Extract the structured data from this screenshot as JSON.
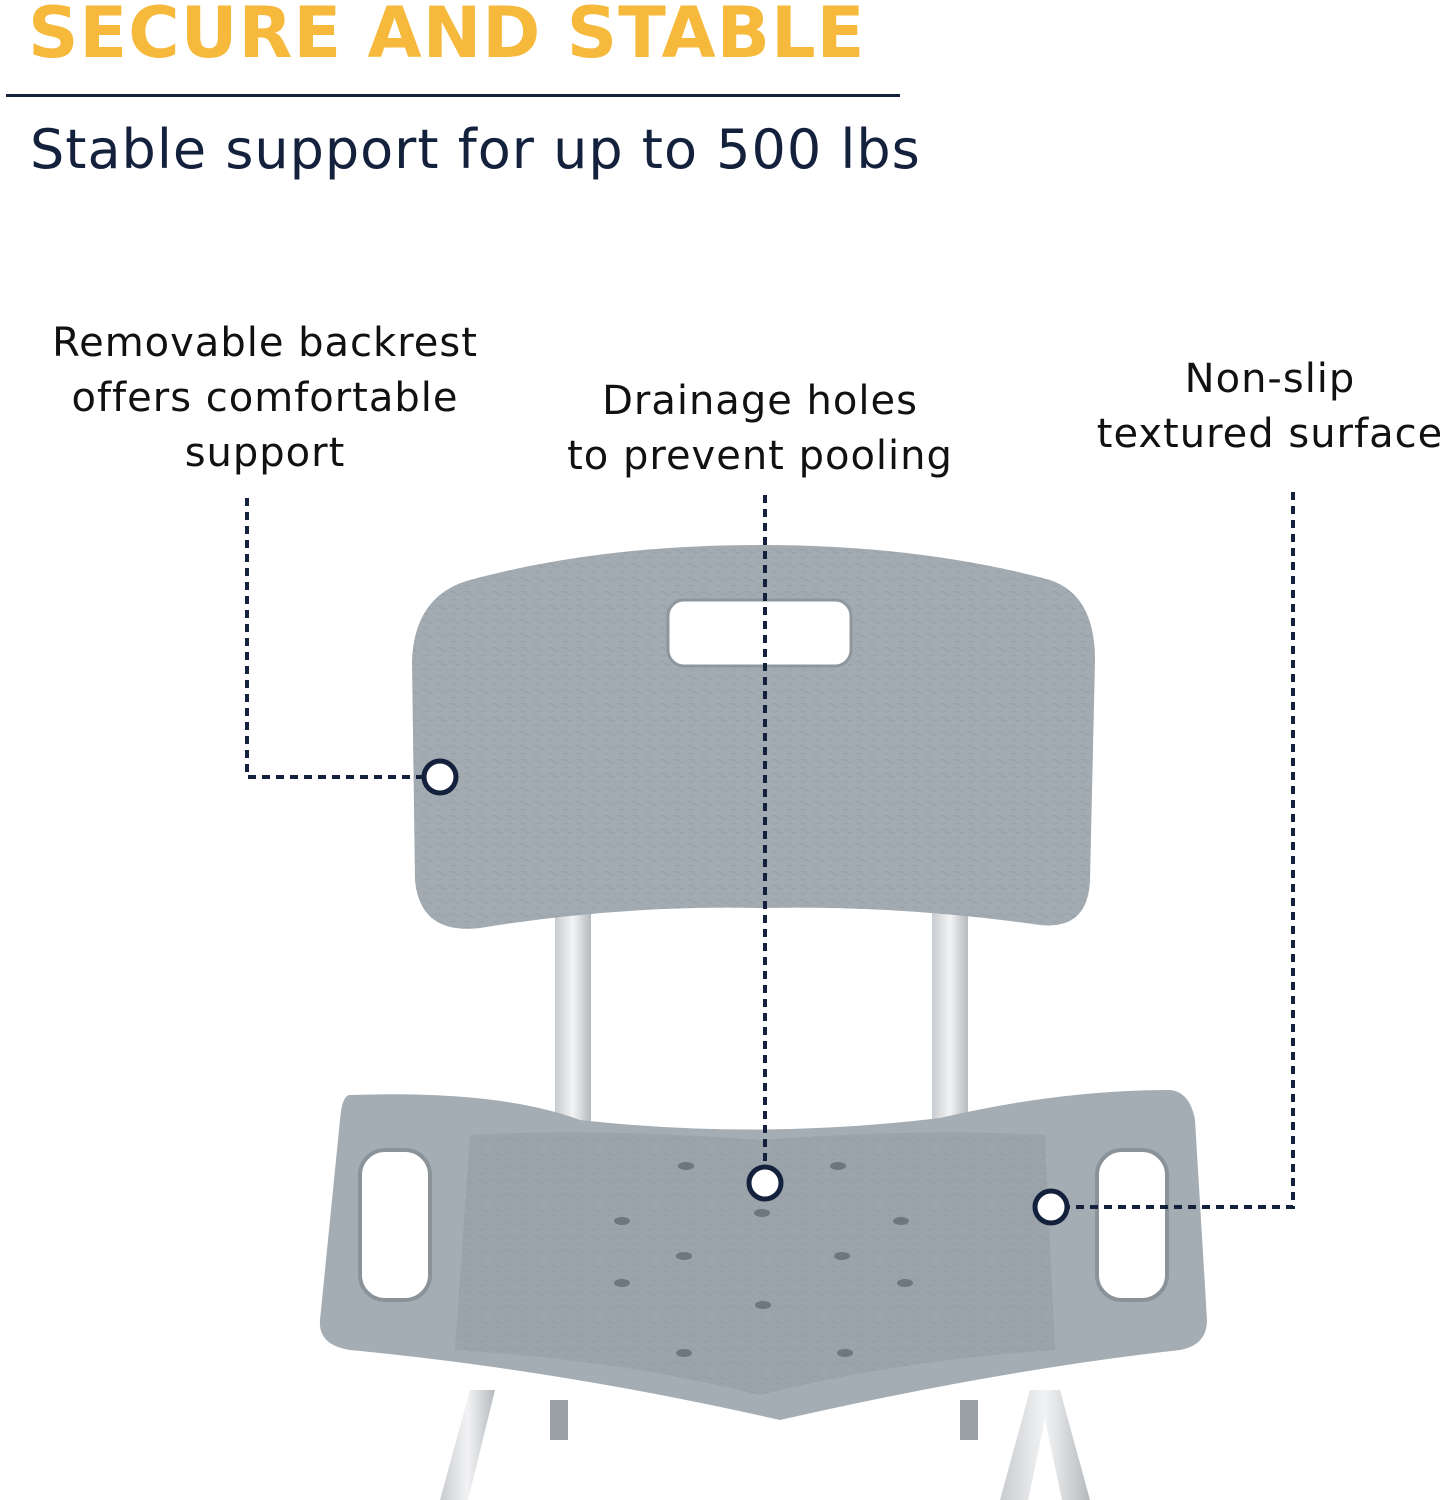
{
  "header": {
    "title": "SECURE AND STABLE",
    "subtitle": "Stable support for up to 500 lbs"
  },
  "callouts": [
    {
      "lines": [
        "Removable backrest",
        "offers comfortable",
        "support"
      ]
    },
    {
      "lines": [
        "Drainage holes",
        "to prevent pooling"
      ]
    },
    {
      "lines": [
        "Non-slip",
        "textured surface"
      ]
    }
  ],
  "colors": {
    "accent": "#f6b93b",
    "navy": "#14213d",
    "chair_gray": "#9ea7ad",
    "frame": "#d6d9dc"
  }
}
